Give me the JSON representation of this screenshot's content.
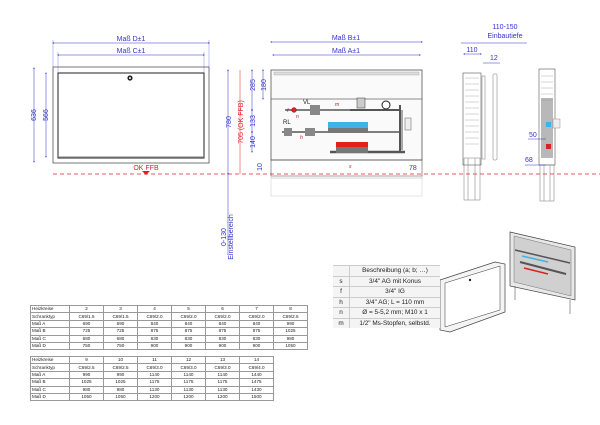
{
  "dimensions": {
    "mass_d": "Maß D±1",
    "mass_c": "Maß C±1",
    "mass_b": "Maß B±1",
    "mass_a": "Maß A±1",
    "h636": "636",
    "h566": "566",
    "h780": "780",
    "h705": "705 (OK FFB)",
    "h285": "285",
    "h180": "180",
    "h133": "133",
    "h140": "140",
    "h10": "10",
    "w78": "78",
    "range": "0-130",
    "range_label": "Einstellbereich",
    "depth_range": "110-150",
    "depth_label": "Einbautiefe",
    "d110": "110",
    "d12": "12",
    "d50": "50",
    "d68": "68",
    "ok_ffb": "OK FFB"
  },
  "part_labels": {
    "vl": "VL",
    "rl": "RL",
    "f": "f",
    "n": "n",
    "m": "m",
    "h": "h",
    "s": "s"
  },
  "colors": {
    "dimension": "#3333cc",
    "floor_line": "#e02020",
    "supply": "#3cb4e6",
    "return": "#e02020"
  },
  "legend": {
    "header": "Beschreibung (a; b; …)",
    "rows": [
      {
        "key": "s",
        "desc": "3/4\" AG mit Konus"
      },
      {
        "key": "f",
        "desc": "3/4\" IG"
      },
      {
        "key": "h",
        "desc": "3/4\" AG; L = 110 mm"
      },
      {
        "key": "n",
        "desc": "Ø = 5-5,2 mm; M10 x 1"
      },
      {
        "key": "m",
        "desc": "1/2\" Ms-Stopfen, selbstd."
      }
    ]
  },
  "table1": {
    "rows": [
      [
        "Heizkreise",
        "2",
        "3",
        "4",
        "5",
        "6",
        "7",
        "8"
      ],
      [
        "Schranktyp",
        "C69/1.5",
        "C69/1.5",
        "C69/2.0",
        "C69/2.0",
        "C69/2.0",
        "C69/2.0",
        "C69/2.5"
      ],
      [
        "Maß A",
        "690",
        "690",
        "840",
        "840",
        "840",
        "840",
        "990"
      ],
      [
        "Maß B",
        "725",
        "725",
        "875",
        "875",
        "875",
        "875",
        "1025"
      ],
      [
        "Maß C",
        "680",
        "680",
        "830",
        "830",
        "830",
        "830",
        "980"
      ],
      [
        "Maß D",
        "750",
        "750",
        "900",
        "900",
        "900",
        "900",
        "1050"
      ]
    ]
  },
  "table2": {
    "rows": [
      [
        "Heizkreise",
        "9",
        "10",
        "11",
        "12",
        "13",
        "14"
      ],
      [
        "Schranktyp",
        "C69/2.5",
        "C69/2.5",
        "C69/3.0",
        "C69/3.0",
        "C69/3.0",
        "C69/4.0"
      ],
      [
        "Maß A",
        "990",
        "990",
        "1140",
        "1140",
        "1140",
        "1440"
      ],
      [
        "Maß B",
        "1025",
        "1025",
        "1175",
        "1175",
        "1175",
        "1475"
      ],
      [
        "Maß C",
        "980",
        "980",
        "1130",
        "1130",
        "1130",
        "1430"
      ],
      [
        "Maß D",
        "1050",
        "1050",
        "1200",
        "1200",
        "1200",
        "1500"
      ]
    ]
  }
}
